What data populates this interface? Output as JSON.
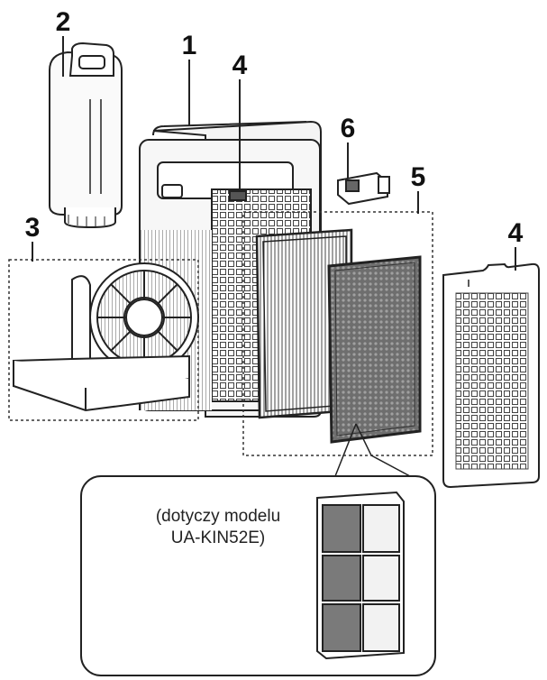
{
  "callouts": {
    "unit": "1",
    "water_tank": "2",
    "humidifier_tray": "3",
    "front_panel_top": "4",
    "front_panel_right": "4",
    "filters": "5",
    "ion_unit": "6"
  },
  "note": {
    "line1": "(dotyczy modelu",
    "line2": "UA-KIN52E)"
  },
  "colors": {
    "line": "#222222",
    "mesh": "#555555",
    "filter_dark": "#7a7a7a",
    "filter_light": "#eeeeee"
  }
}
